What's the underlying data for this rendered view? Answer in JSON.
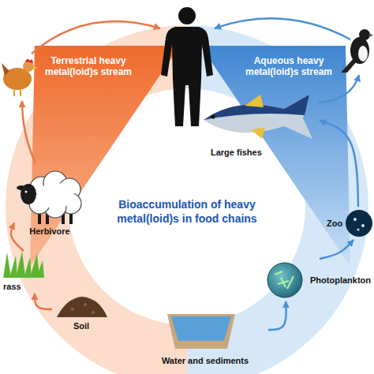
{
  "diagram": {
    "title": "Bioaccumulation of heavy metal(loid)s in food chains",
    "nodes": [
      {
        "text": [
          "Terrestrial heavy metal(loid)s stream"
        ]
      },
      {
        "text": [
          "Aqueous heavy metal(loid)s stream"
        ]
      },
      {
        "text": [
          "Large fishes"
        ]
      },
      {
        "text": [
          "Herbivore"
        ]
      },
      {
        "text": [
          "Zoo"
        ]
      },
      {
        "text": [
          "rass"
        ]
      },
      {
        "text": [
          "Photoplankton"
        ]
      },
      {
        "text": [
          "Soil"
        ]
      },
      {
        "text": [
          "Water and sediments"
        ]
      }
    ],
    "edges": [
      {
        "from": 7,
        "to": 5,
        "arrow": "to"
      },
      {
        "from": 5,
        "to": 3,
        "arrow": "to"
      },
      {
        "from": 8,
        "to": 6,
        "arrow": "to"
      },
      {
        "from": 6,
        "to": 4,
        "arrow": "to"
      },
      {
        "from": 4,
        "to": 2,
        "arrow": "to"
      }
    ]
  }
}
